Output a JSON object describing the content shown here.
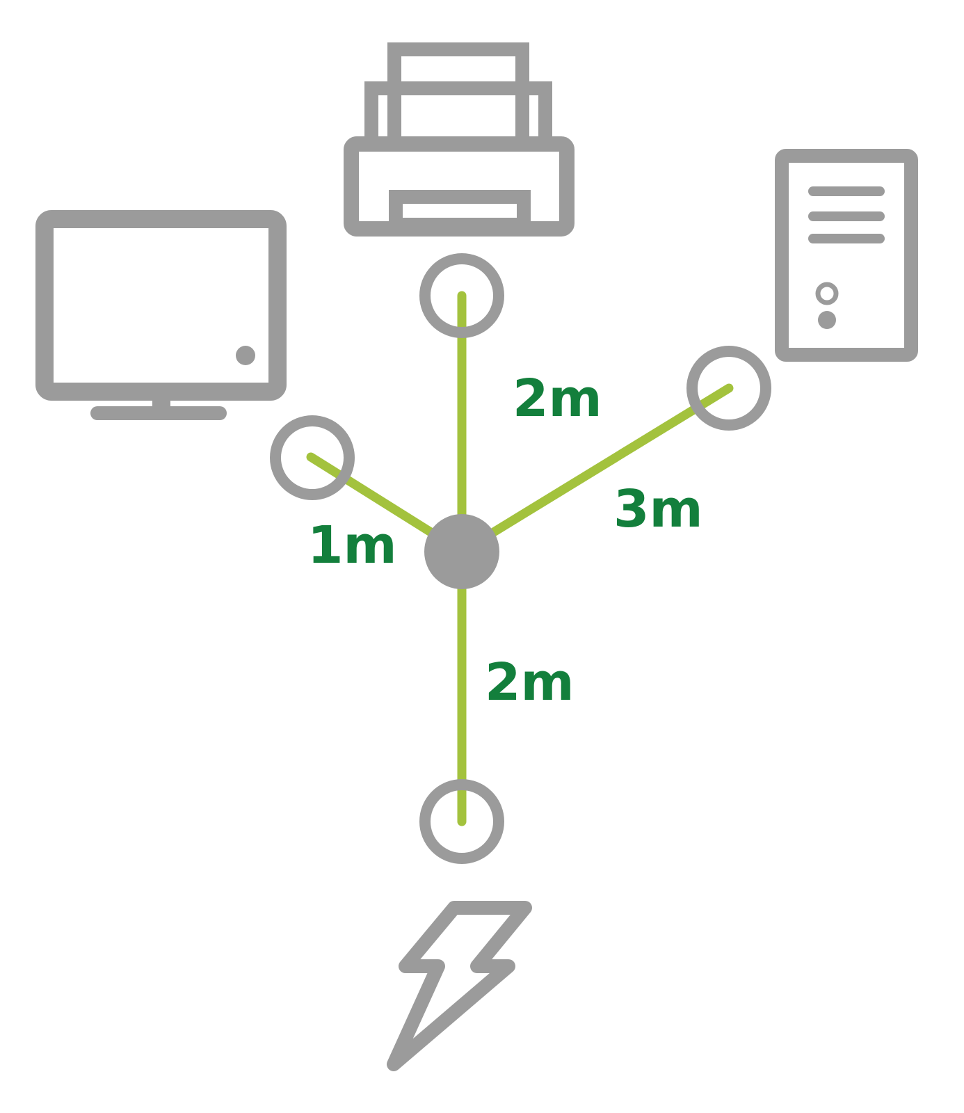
{
  "colors": {
    "device_gray": "#9b9b9b",
    "cable_green": "#a3c23d",
    "label_green": "#137f3c",
    "background": "#ffffff"
  },
  "icons": {
    "monitor": "monitor-icon",
    "printer": "printer-icon",
    "computer_tower": "computer-tower-icon",
    "power": "lightning-bolt-icon"
  },
  "cables": {
    "monitor": {
      "length_label": "1m"
    },
    "printer": {
      "length_label": "2m"
    },
    "tower": {
      "length_label": "3m"
    },
    "power": {
      "length_label": "2m"
    }
  }
}
